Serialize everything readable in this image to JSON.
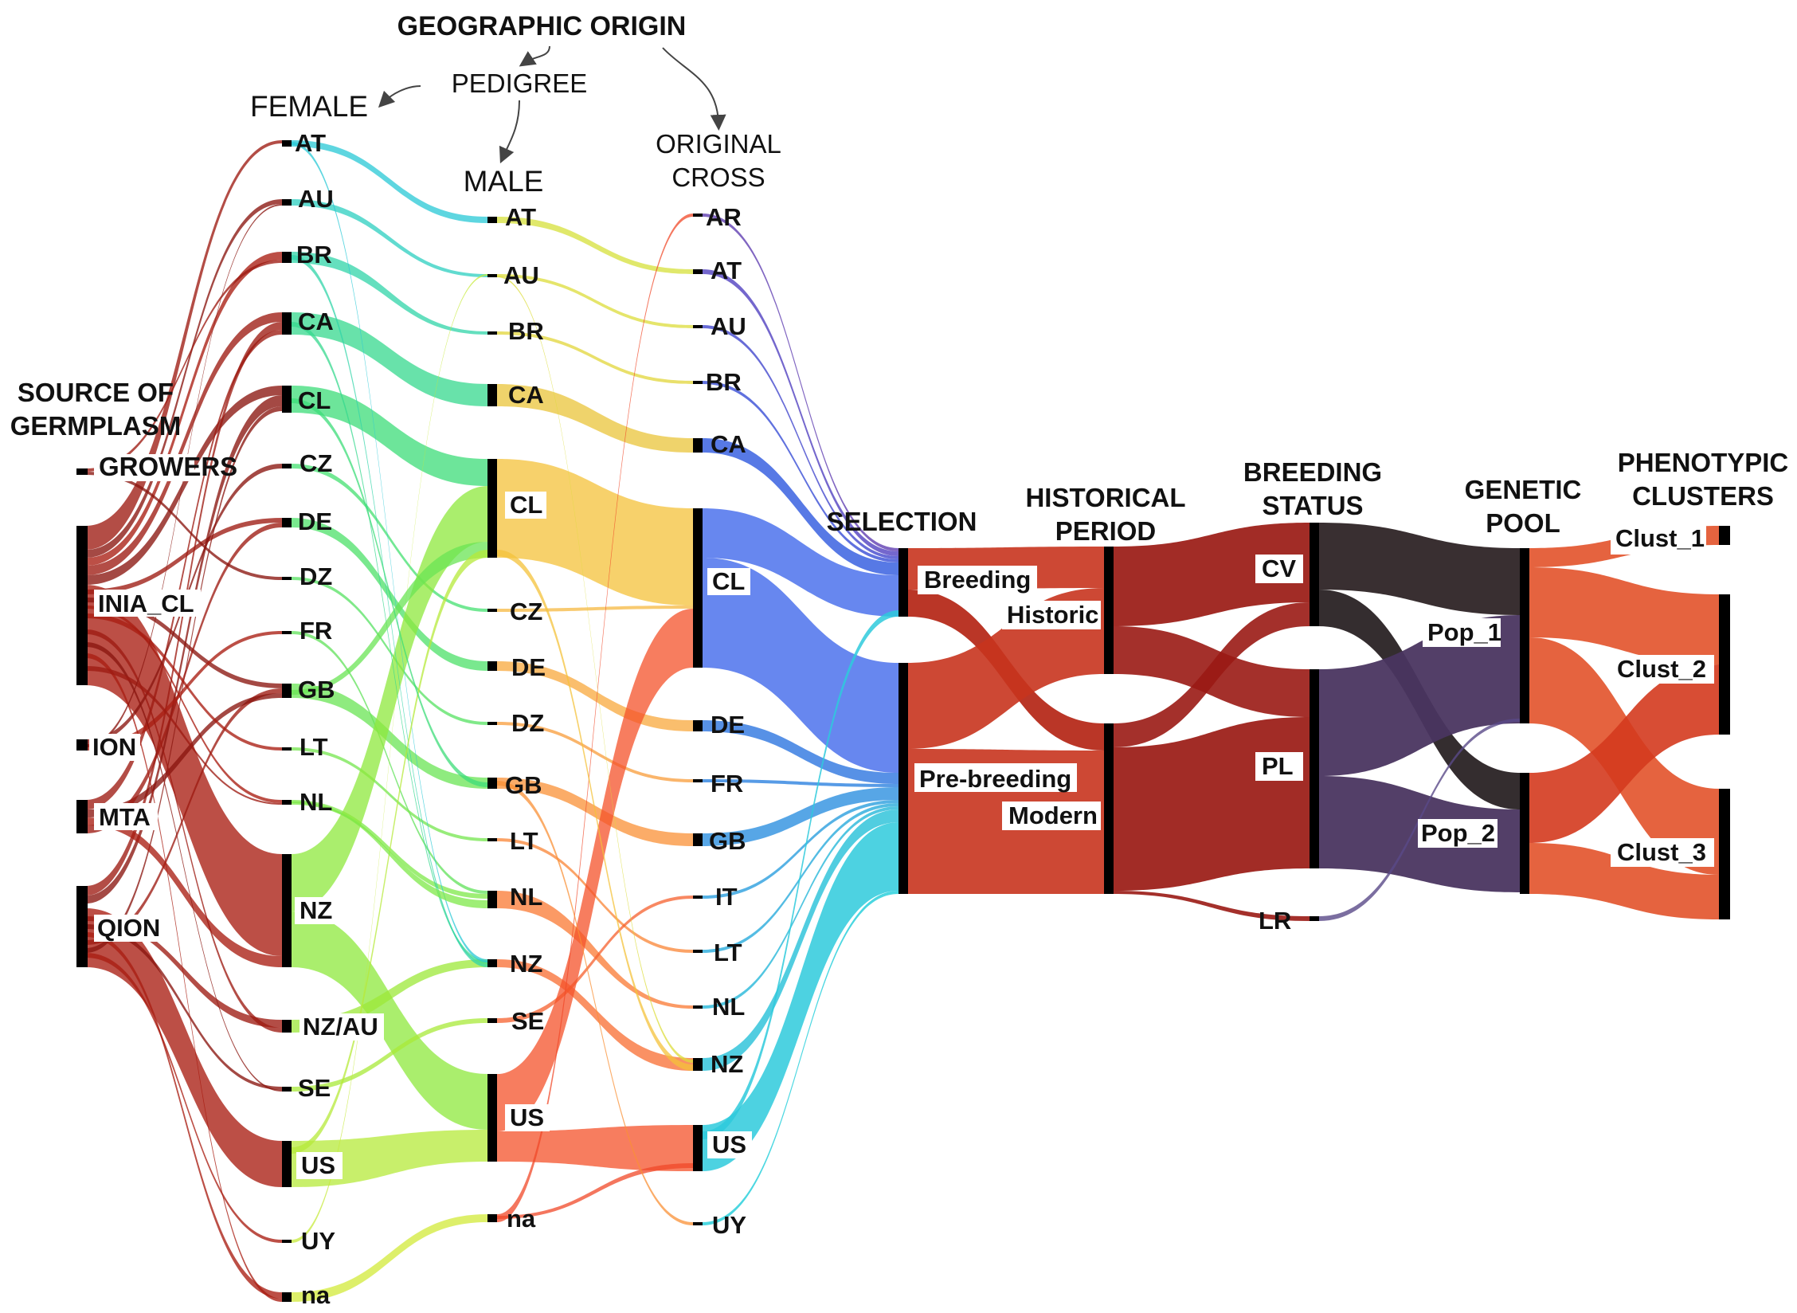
{
  "titles": {
    "geographic_origin": "GEOGRAPHIC ORIGIN",
    "pedigree": "PEDIGREE",
    "female": "FEMALE",
    "male": "MALE",
    "original_cross_1": "ORIGINAL",
    "original_cross_2": "CROSS",
    "source_1": "SOURCE OF",
    "source_2": "GERMPLASM",
    "selection": "SELECTION",
    "historical_1": "HISTORICAL",
    "historical_2": "PERIOD",
    "breeding_1": "BREEDING",
    "breeding_2": "STATUS",
    "genetic_1": "GENETIC",
    "genetic_2": "POOL",
    "phenotypic_1": "PHENOTYPIC",
    "phenotypic_2": "CLUSTERS"
  },
  "nodes": {
    "source": [
      "GROWERS",
      "INIA_CL",
      "ION",
      "MTA",
      "QION"
    ],
    "female": [
      "AT",
      "AU",
      "BR",
      "CA",
      "CL",
      "CZ",
      "DE",
      "DZ",
      "FR",
      "GB",
      "LT",
      "NL",
      "NZ",
      "NZ/AU",
      "SE",
      "US",
      "UY",
      "na"
    ],
    "male": [
      "AT",
      "AU",
      "BR",
      "CA",
      "CL",
      "CZ",
      "DE",
      "DZ",
      "GB",
      "LT",
      "NL",
      "NZ",
      "SE",
      "US",
      "na"
    ],
    "original_cross": [
      "AR",
      "AT",
      "AU",
      "BR",
      "CA",
      "CL",
      "DE",
      "FR",
      "GB",
      "IT",
      "LT",
      "NL",
      "NZ",
      "US",
      "UY"
    ],
    "selection": [
      "Breeding",
      "Pre-breeding"
    ],
    "historical_period": [
      "Historic",
      "Modern"
    ],
    "breeding_status": [
      "CV",
      "PL",
      "LR"
    ],
    "genetic_pool": [
      "Pop_1",
      "Pop_2"
    ],
    "phenotypic_clusters": [
      "Clust_1",
      "Clust_2",
      "Clust_3"
    ]
  },
  "colors": {
    "source_flow": "#9e1b12",
    "selection_breeding": "#c8341e",
    "historic_flow": "#9a1a14",
    "cv_flow": "#2e2426",
    "pl_flow": "#4a3560",
    "genetic_flow": "#e2522a",
    "node_bar": "#000000"
  },
  "chart_data": {
    "type": "sankey",
    "stages": [
      "SOURCE OF GERMPLASM",
      "FEMALE",
      "MALE",
      "ORIGINAL CROSS",
      "SELECTION",
      "HISTORICAL PERIOD",
      "BREEDING STATUS",
      "GENETIC POOL",
      "PHENOTYPIC CLUSTERS"
    ]
  }
}
